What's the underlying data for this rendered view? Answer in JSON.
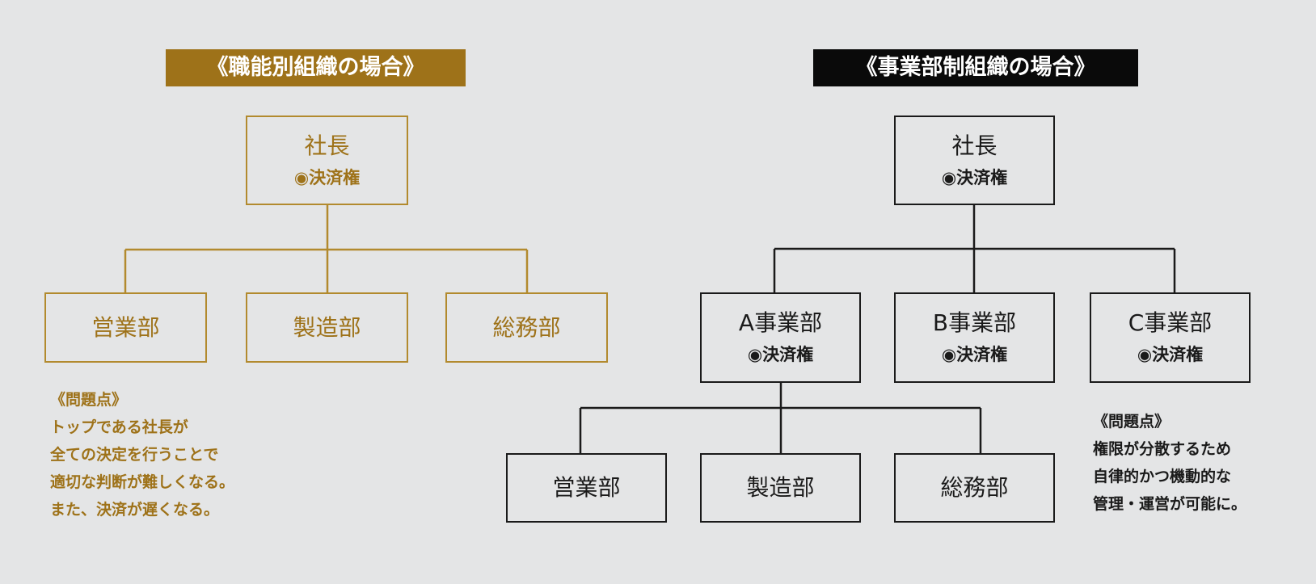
{
  "functional": {
    "title": "《職能別組織の場合》",
    "president": {
      "title": "社長",
      "sub": "◉決済権"
    },
    "departments": [
      "営業部",
      "製造部",
      "総務部"
    ],
    "issues_heading": "《問題点》",
    "issues": [
      "トップである社長が",
      "全ての決定を行うことで",
      "適切な判断が難しくなる。",
      "また、決済が遅くなる。"
    ]
  },
  "divisional": {
    "title": "《事業部制組織の場合》",
    "president": {
      "title": "社長",
      "sub": "◉決済権"
    },
    "divisions": [
      {
        "title": "A事業部",
        "sub": "◉決済権"
      },
      {
        "title": "B事業部",
        "sub": "◉決済権"
      },
      {
        "title": "C事業部",
        "sub": "◉決済権"
      }
    ],
    "departments": [
      "営業部",
      "製造部",
      "総務部"
    ],
    "issues_heading": "《問題点》",
    "issues": [
      "権限が分散するため",
      "自律的かつ機動的な",
      "管理・運営が可能に。"
    ]
  },
  "colors": {
    "gold": "#9e7219",
    "gold_line": "#b28a2e",
    "black": "#1a1a1a",
    "background": "#e4e5e6"
  }
}
